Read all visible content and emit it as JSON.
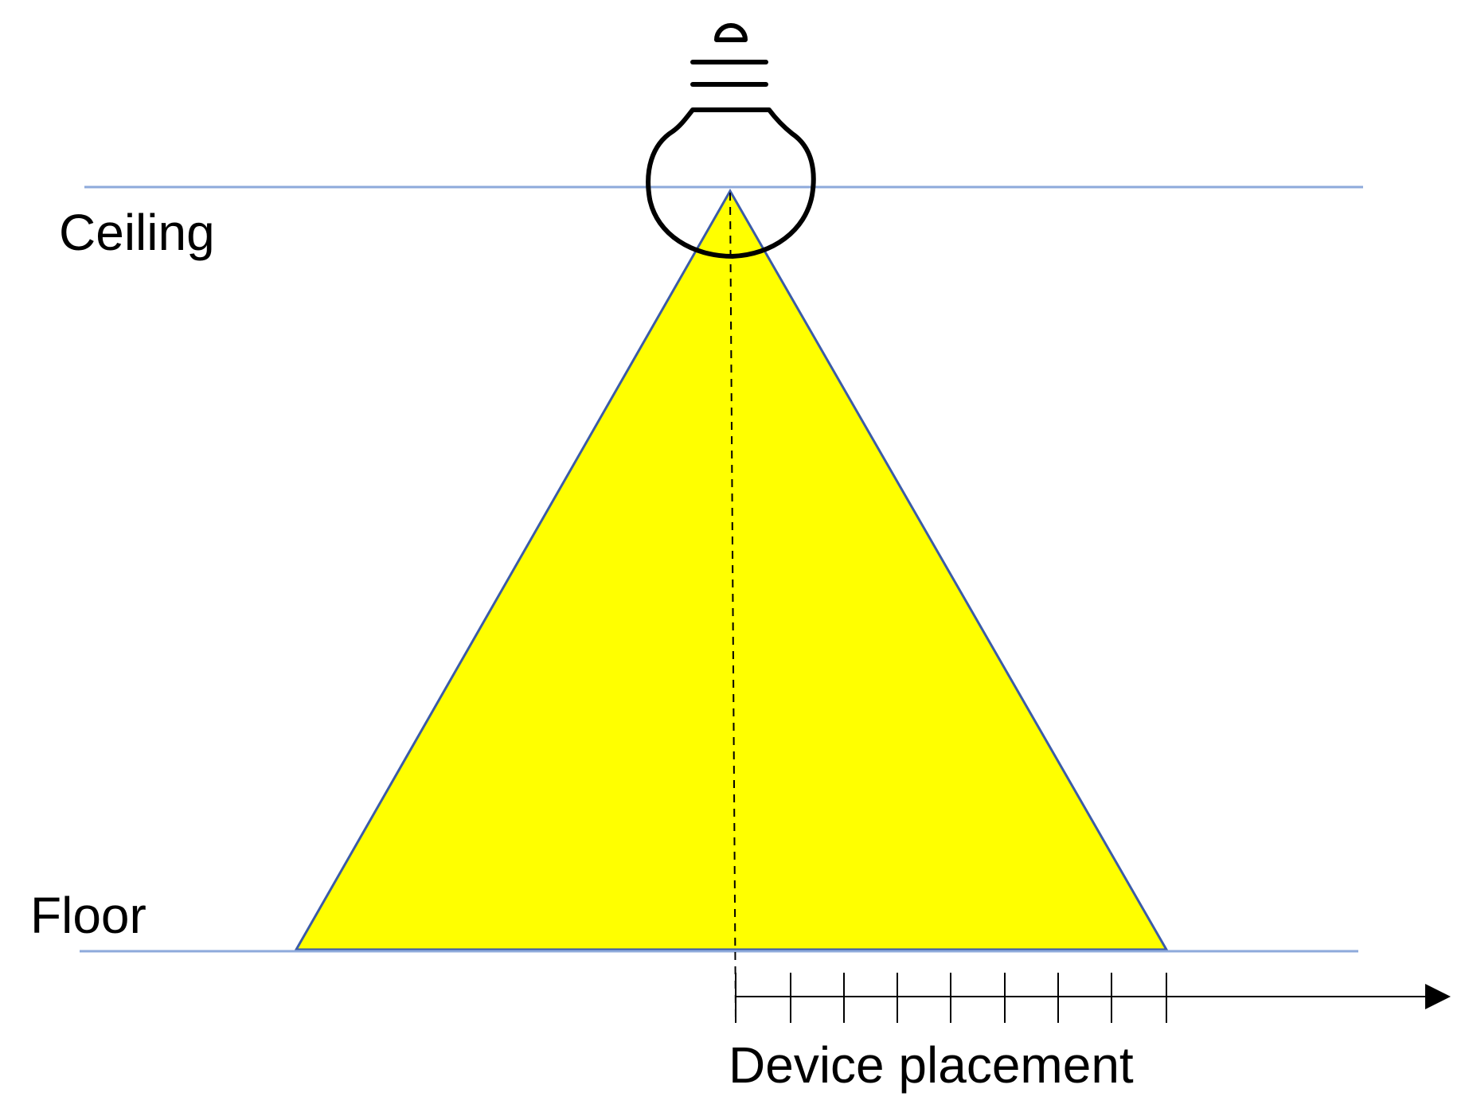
{
  "labels": {
    "ceiling": "Ceiling",
    "floor": "Floor",
    "device_placement": "Device placement"
  },
  "colors": {
    "light_cone_fill": "#ffff00",
    "light_cone_edge": "#3b5ba8",
    "ceiling_floor_lines": "#8eaadb",
    "bulb_stroke": "#000000",
    "axis": "#000000"
  },
  "icons": {
    "bulb": "light-bulb-icon",
    "axis_arrow": "arrow-right-icon"
  }
}
